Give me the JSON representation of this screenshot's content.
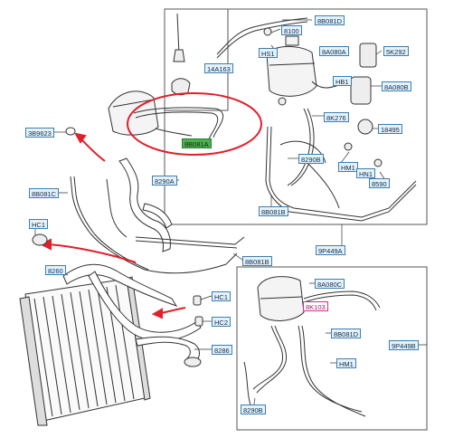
{
  "labels": {
    "l_8B081D_top": "8B081D",
    "l_8100": "8100",
    "l_HS1": "HS1",
    "l_8A080A": "8A080A",
    "l_5K292": "5K292",
    "l_14A163": "14A163",
    "l_HB1": "HB1",
    "l_8A080B": "8A080B",
    "l_8B081A": "8B081A",
    "l_8K276": "8K276",
    "l_18495": "18495",
    "l_3B9623": "3B9623",
    "l_8290A": "8290A",
    "l_8290B_top": "8290B",
    "l_HM1_top": "HM1",
    "l_HN1": "HN1",
    "l_8590": "8590",
    "l_8B081C": "8B081C",
    "l_8B081B_top": "8B081B",
    "l_HC1_left": "HC1",
    "l_9P449A": "9P449A",
    "l_8B081B_mid": "8B081B",
    "l_8260": "8260",
    "l_8A080C": "8A080C",
    "l_HC1_right": "HC1",
    "l_8K103": "8K103",
    "l_HC2": "HC2",
    "l_8B081D_bot": "8B081D",
    "l_9P449B": "9P449B",
    "l_8286": "8286",
    "l_HM1_bot": "HM1",
    "l_8290B_bot": "8290B"
  },
  "colors": {
    "label_bg": "#e6f2fb",
    "label_border": "#3a7fb0",
    "highlight_green": "#4caf50",
    "highlight_pink": "#d0308a",
    "annotation_red": "#e0202a",
    "line": "#2a2a2a"
  }
}
